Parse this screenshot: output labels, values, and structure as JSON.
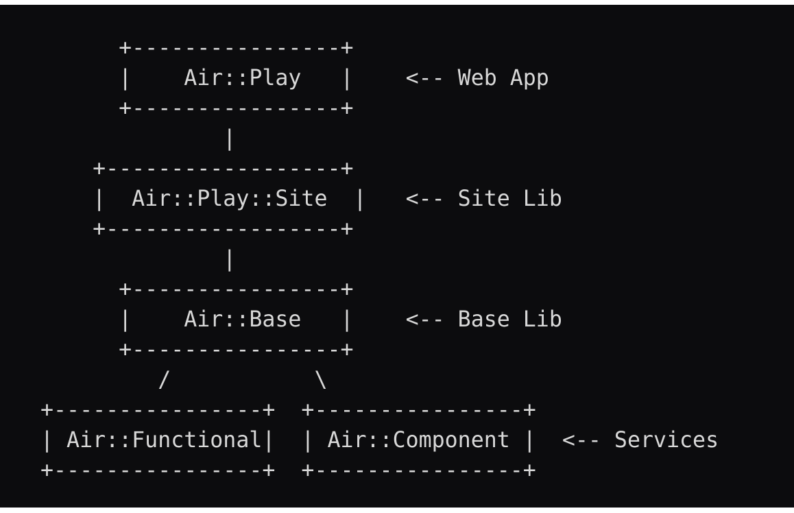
{
  "diagram": {
    "lines": [
      "      +----------------+",
      "      |    Air::Play   |    <-- Web App",
      "      +----------------+",
      "              |",
      "    +------------------+",
      "    |  Air::Play::Site  |   <-- Site Lib",
      "    +------------------+",
      "              |",
      "      +----------------+",
      "      |    Air::Base   |    <-- Base Lib",
      "      +----------------+",
      "         /           \\",
      "+----------------+  +----------------+",
      "| Air::Functional|  | Air::Component |  <-- Services",
      "+----------------+  +----------------+"
    ]
  }
}
